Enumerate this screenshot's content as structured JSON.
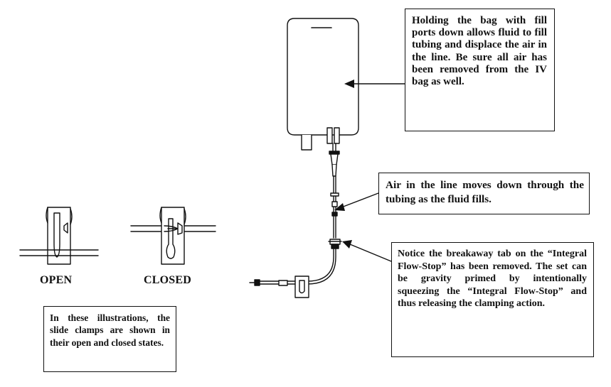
{
  "callouts": {
    "bag_fill_ports": "Holding the bag with fill ports down allows fluid to fill tubing and displace the air in the line. Be sure all air has been removed from the IV bag as well.",
    "air_in_line": "Air in the line moves down through the tubing as the fluid fills.",
    "breakaway_tab": "Notice the breakaway tab on the “Integral Flow-Stop” has been removed. The set can be gravity primed by intentionally squeezing the “Integral Flow-Stop” and thus releasing the clamping action.",
    "illustrations_note": "In these illustrations, the slide clamps are shown in their open and closed states."
  },
  "clamp_labels": {
    "open": "OPEN",
    "closed": "CLOSED"
  },
  "colors": {
    "ink": "#111111",
    "background": "#ffffff"
  }
}
